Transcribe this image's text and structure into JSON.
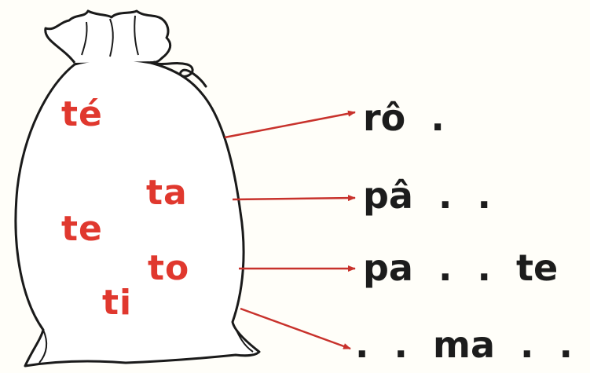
{
  "syllables": [
    "té",
    "ta",
    "te",
    "to",
    "ti"
  ],
  "words": [
    "rô  .",
    "pâ  .  .",
    "pa  .  .  te",
    ".  .  ma  .  ."
  ],
  "colors": {
    "syllable": "#e0382e",
    "arrow": "#c8322c",
    "word": "#1c1c1c",
    "outline": "#1a1a1a"
  }
}
